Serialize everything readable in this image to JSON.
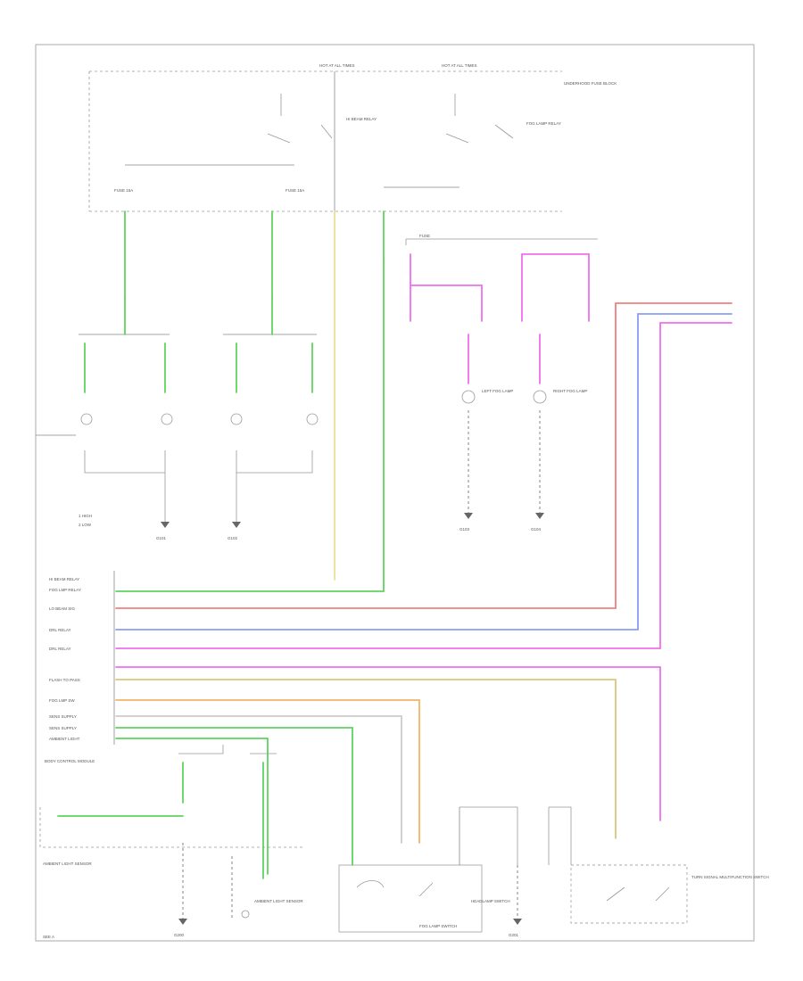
{
  "colors": {
    "green": "#5fd35f",
    "yellow": "#ecdf94",
    "pink": "#ef6fef",
    "red": "#f08080",
    "blue": "#8a9df5",
    "orange": "#f4b46a",
    "olive": "#d9c77a",
    "frame": "#aaaaaa",
    "ink": "#555555"
  },
  "labels": {
    "top_left": "HOT AT ALL TIMES",
    "top_right": "HOT AT ALL TIMES",
    "underhood_fuse": "UNDERHOOD FUSE BLOCK",
    "hi_beam_relay": "HI BEAM RELAY",
    "fog_lamp_relay": "FOG LAMP RELAY",
    "fuse_left": "FUSE 15A",
    "fuse_mid": "FUSE 15A",
    "fuse_right_top": "FUSE",
    "legend_1": "1 HIGH",
    "legend_2": "2 LOW",
    "ground_1": "G101",
    "ground_2": "G102",
    "ground_3": "G103",
    "ground_4": "G104",
    "ground_5": "G200",
    "ground_6": "G201",
    "lh_fog": "LEFT FOG LAMP",
    "rh_fog": "RIGHT FOG LAMP",
    "headlamp_sw": "HEADLAMP SWITCH",
    "bcm": "BODY CONTROL MODULE",
    "ambient_sensor": "AMBIENT LIGHT SENSOR",
    "fog_lamp_switch": "FOG LAMP SWITCH",
    "turn_signal_sw": "TURN SIGNAL MULTIFUNCTION SWITCH",
    "bottom_left": "SEE A"
  },
  "bcm_pins": [
    "HI BEAM RELAY",
    "FOG LMP RELAY",
    "",
    "LO BEAM SIG",
    "",
    "DRL RELAY",
    "",
    "DRL RELAY",
    "",
    "FLASH TO PASS",
    "",
    "FOG LMP SW",
    "",
    "SENS SUPPLY",
    "SENS SUPPLY",
    "AMBIENT LIGHT"
  ]
}
